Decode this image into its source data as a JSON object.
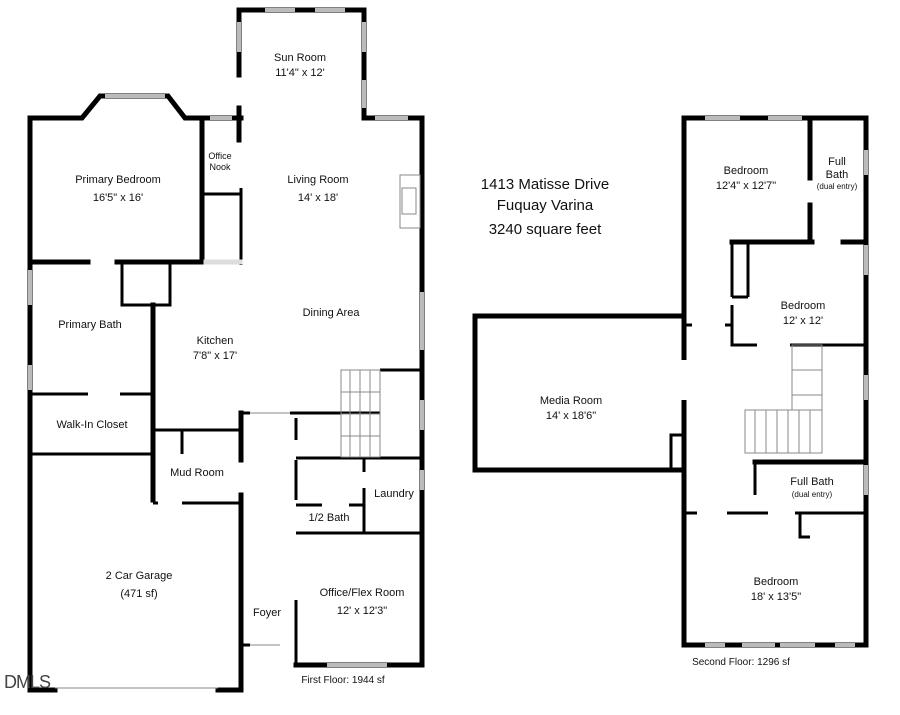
{
  "property": {
    "address": "1413 Matisse Drive",
    "city": "Fuquay Varina",
    "total_area": "3240 square feet"
  },
  "first_floor": {
    "caption": "First Floor: 1944 sf",
    "rooms": [
      {
        "name": "Sun Room",
        "size": "11'4\" x 12'"
      },
      {
        "name": "Primary Bedroom",
        "size": "16'5\" x 16'"
      },
      {
        "name": "Office Nook"
      },
      {
        "name": "Living Room",
        "size": "14' x 18'"
      },
      {
        "name": "Dining Area"
      },
      {
        "name": "Primary Bath"
      },
      {
        "name": "Kitchen",
        "size": "7'8\" x 17'"
      },
      {
        "name": "Walk-In Closet"
      },
      {
        "name": "Mud Room"
      },
      {
        "name": "Laundry"
      },
      {
        "name": "1/2 Bath"
      },
      {
        "name": "2 Car Garage",
        "size": "(471 sf)"
      },
      {
        "name": "Office/Flex Room",
        "size": "12' x 12'3\""
      },
      {
        "name": "Foyer"
      }
    ]
  },
  "second_floor": {
    "caption": "Second Floor: 1296 sf",
    "rooms": [
      {
        "name": "Bedroom",
        "size": "12'4\" x 12'7\""
      },
      {
        "name": "Full Bath",
        "note": "(dual entry)"
      },
      {
        "name": "Bedroom",
        "size": "12' x 12'"
      },
      {
        "name": "Media Room",
        "size": "14' x 18'6\""
      },
      {
        "name": "Full Bath",
        "note": "(dual entry)"
      },
      {
        "name": "Bedroom",
        "size": "18' x 13'5\""
      }
    ]
  },
  "watermark": "DMLS"
}
